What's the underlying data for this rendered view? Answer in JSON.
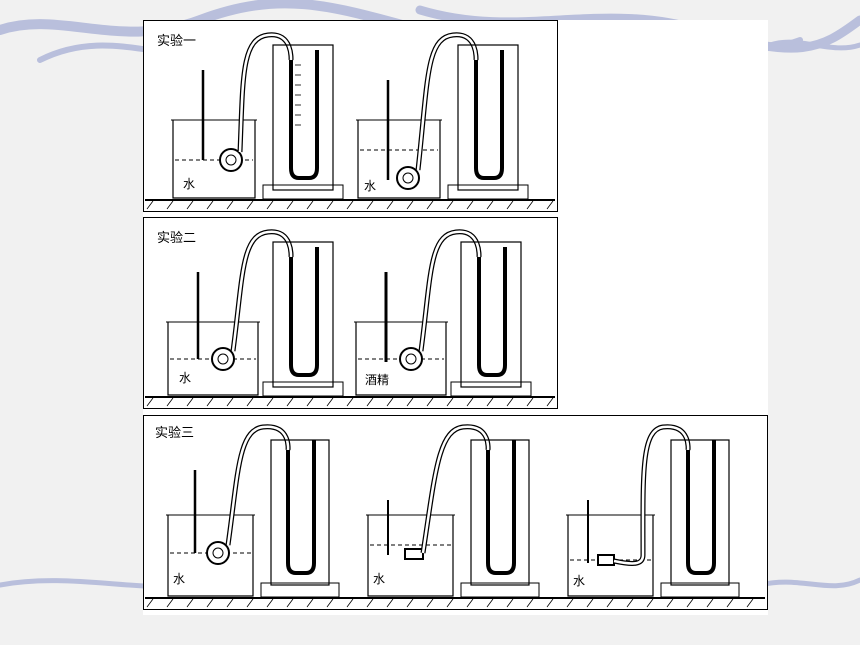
{
  "experiments": [
    {
      "label": "实验一",
      "beakers": [
        {
          "liquid": "水"
        },
        {
          "liquid": "水"
        }
      ]
    },
    {
      "label": "实验二",
      "beakers": [
        {
          "liquid": "水"
        },
        {
          "liquid": "酒精"
        }
      ]
    },
    {
      "label": "实验三",
      "beakers": [
        {
          "liquid": "水"
        },
        {
          "liquid": "水"
        },
        {
          "liquid": "水"
        }
      ]
    }
  ],
  "colors": {
    "background": "#f1f1f1",
    "swirl": "#b9bfdc",
    "line": "#000000"
  }
}
